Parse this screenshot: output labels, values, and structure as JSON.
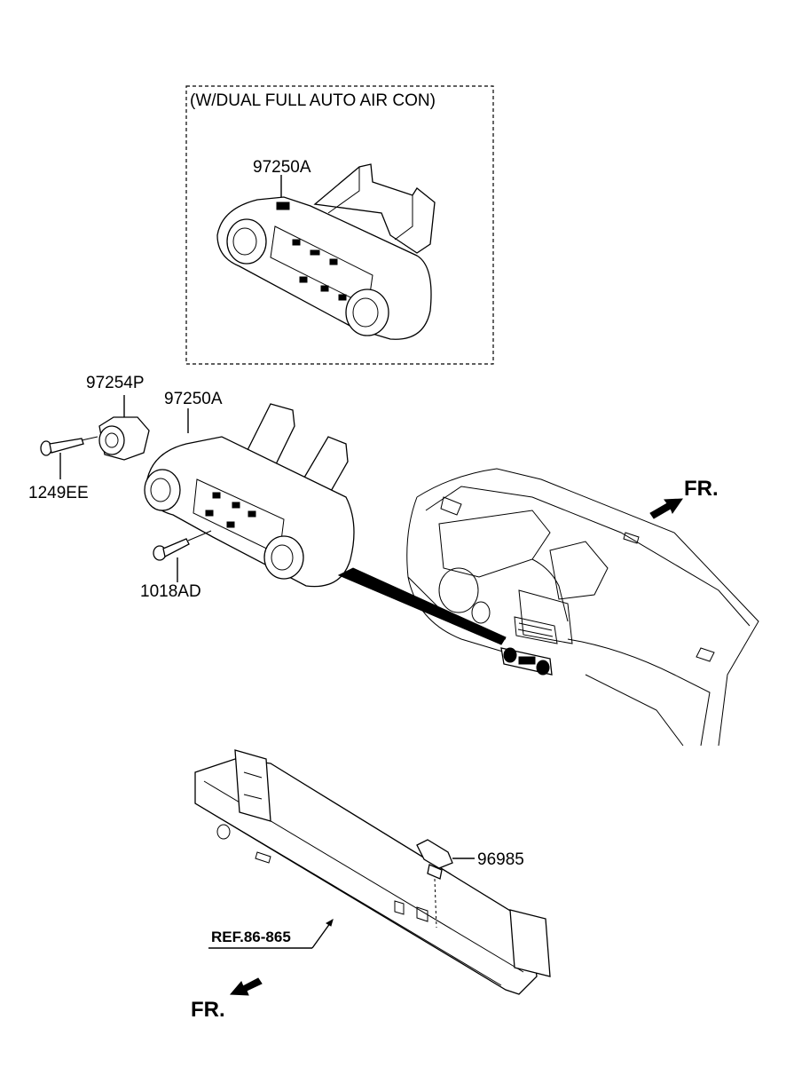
{
  "labels": {
    "variant_box": "(W/DUAL FULL AUTO AIR CON)",
    "part_97250A_top": "97250A",
    "part_97254P": "97254P",
    "part_97250A": "97250A",
    "part_1249EE": "1249EE",
    "part_1018AD": "1018AD",
    "part_96985": "96985",
    "ref": "REF.86-865",
    "fr_top": "FR.",
    "fr_bottom": "FR."
  }
}
